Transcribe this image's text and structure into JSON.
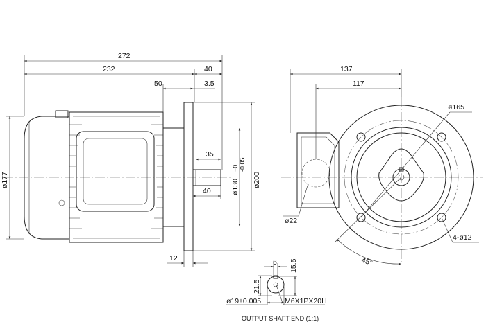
{
  "side_view": {
    "dims": {
      "overall_length": "272",
      "body_length": "232",
      "shaft_length": "40",
      "flange_offset": "50",
      "spigot_offset": "3.5",
      "key_length": "35",
      "shaft_length_lower": "40",
      "body_diameter": "ø177",
      "spigot_diameter": "ø130",
      "spigot_tolerance_upper": "+0",
      "spigot_tolerance_lower": "-0.05",
      "flange_diameter": "ø200",
      "flange_thickness": "12"
    }
  },
  "end_view": {
    "dims": {
      "box_offset": "137",
      "box_center_offset": "117",
      "pcd": "ø165",
      "holes": "4-ø12",
      "angle": "45°",
      "cable_entry": "ø22"
    }
  },
  "shaft_detail": {
    "key_width": "6",
    "key_height": "15.5",
    "shaft_height": "21.5",
    "shaft_diameter": "ø19±0.005",
    "thread": "M6X1PX20H",
    "caption": "OUTPUT SHAFT END (1:1)"
  }
}
